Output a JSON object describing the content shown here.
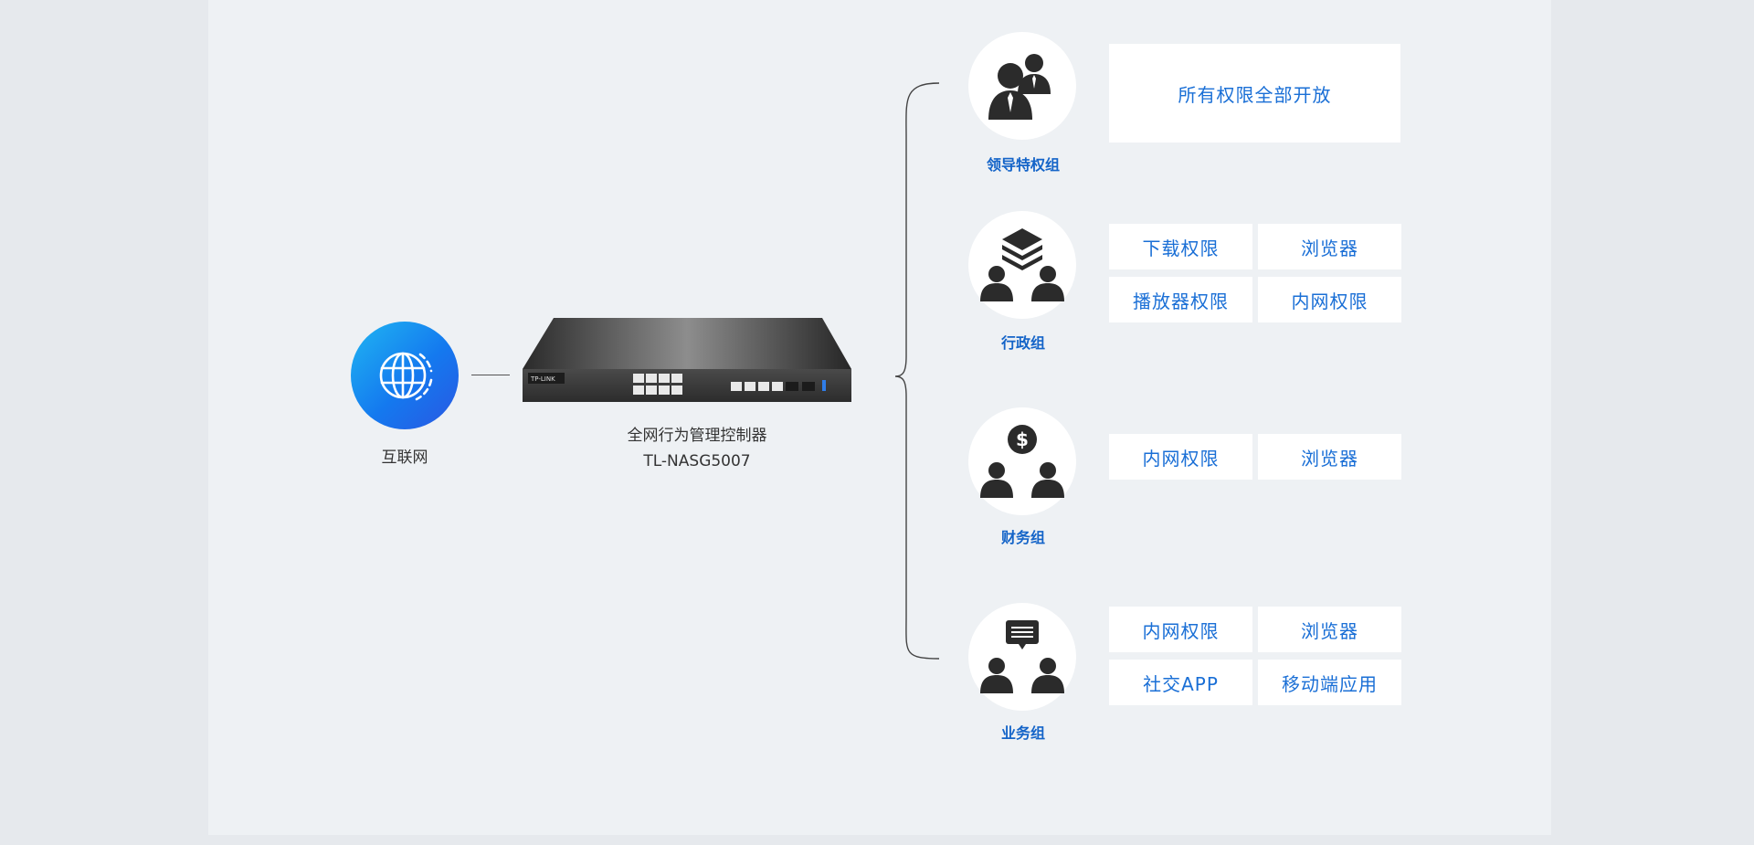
{
  "internet": {
    "label": "互联网",
    "icon": "globe-icon"
  },
  "device": {
    "name": "全网行为管理控制器",
    "model": "TL-NASG5007",
    "brand_text": "TP-LINK"
  },
  "groups": [
    {
      "label": "领导特权组",
      "icon": "executives-icon",
      "permissions": [
        "所有权限全部开放"
      ]
    },
    {
      "label": "行政组",
      "icon": "layers-people-icon",
      "permissions": [
        "下载权限",
        "浏览器",
        "播放器权限",
        "内网权限"
      ]
    },
    {
      "label": "财务组",
      "icon": "dollar-people-icon",
      "permissions": [
        "内网权限",
        "浏览器"
      ]
    },
    {
      "label": "业务组",
      "icon": "chat-people-icon",
      "permissions": [
        "内网权限",
        "浏览器",
        "社交APP",
        "移动端应用"
      ]
    }
  ],
  "colors": {
    "accent": "#1a6fd6",
    "label_blue": "#1464c8",
    "icon_dark": "#2b2b2b",
    "globe_start": "#20b6f2",
    "globe_end": "#2a57e2"
  }
}
